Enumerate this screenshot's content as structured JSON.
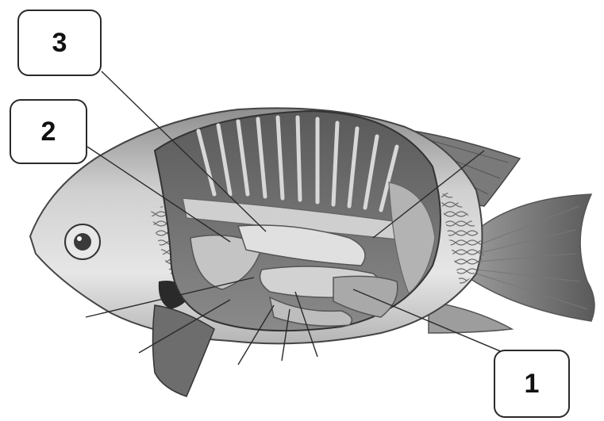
{
  "labels": [
    {
      "id": "1",
      "text": "1"
    },
    {
      "id": "2",
      "text": "2"
    },
    {
      "id": "3",
      "text": "3"
    }
  ],
  "colors": {
    "line": "#2a2a2a",
    "body_light": "#d9d9d9",
    "body_mid": "#a8a8a8",
    "body_dark": "#4a4a4a"
  }
}
